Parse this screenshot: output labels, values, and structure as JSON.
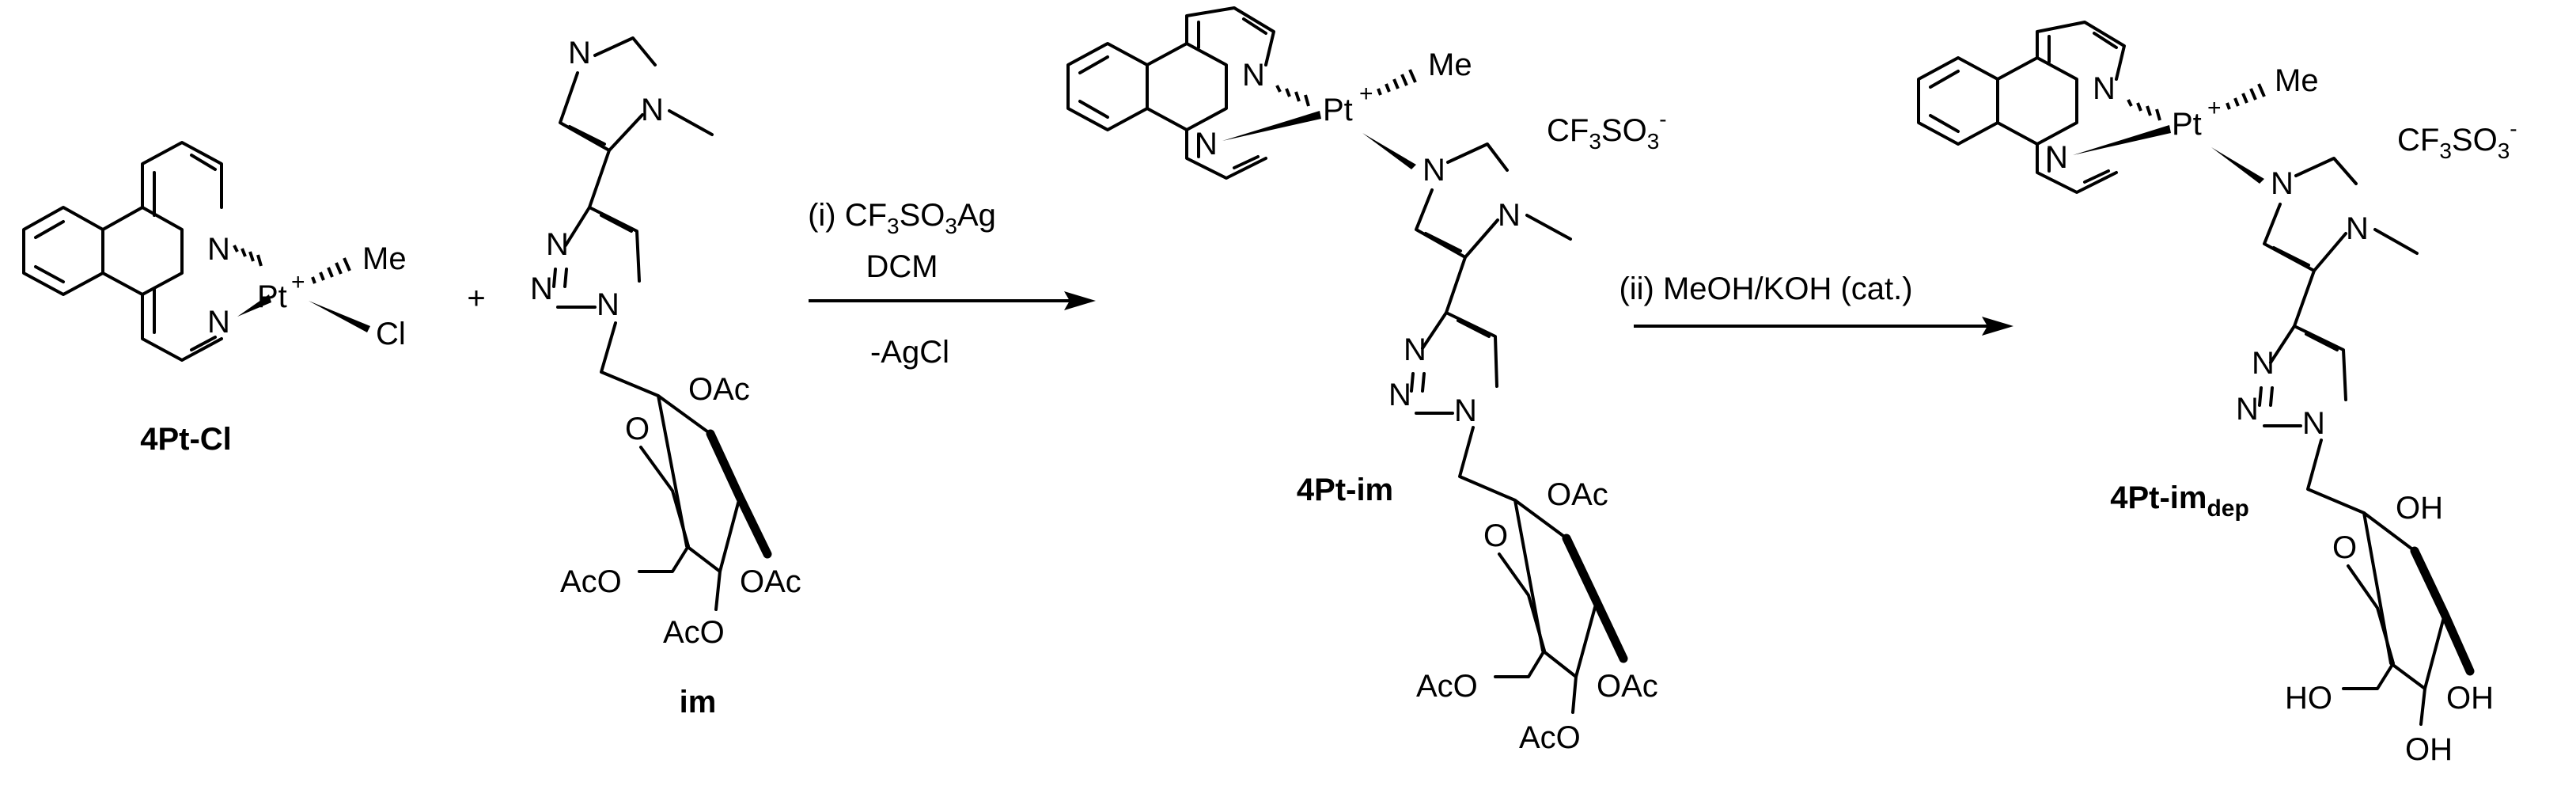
{
  "compounds": {
    "c1": "4Pt-Cl",
    "c2": "im",
    "c3": "4Pt-im",
    "c4_base": "4Pt-im",
    "c4_sub": "dep"
  },
  "plus": "+",
  "reaction_1": {
    "line1_a": "(i) CF",
    "line1_b": "3",
    "line1_c": "SO",
    "line1_d": "3",
    "line1_e": "Ag",
    "line2": "DCM",
    "line3": "-AgCl"
  },
  "reaction_2": {
    "label": "(ii) MeOH/KOH (cat.)"
  },
  "counterion": {
    "a": "CF",
    "b": "3",
    "c": "SO",
    "d": "3",
    "e": "-"
  },
  "atoms": {
    "N": "N",
    "O": "O",
    "Pt": "Pt",
    "plus": "+",
    "Me": "Me",
    "Cl": "Cl",
    "OAc": "OAc",
    "AcO": "AcO",
    "OH": "OH",
    "HO": "HO"
  }
}
